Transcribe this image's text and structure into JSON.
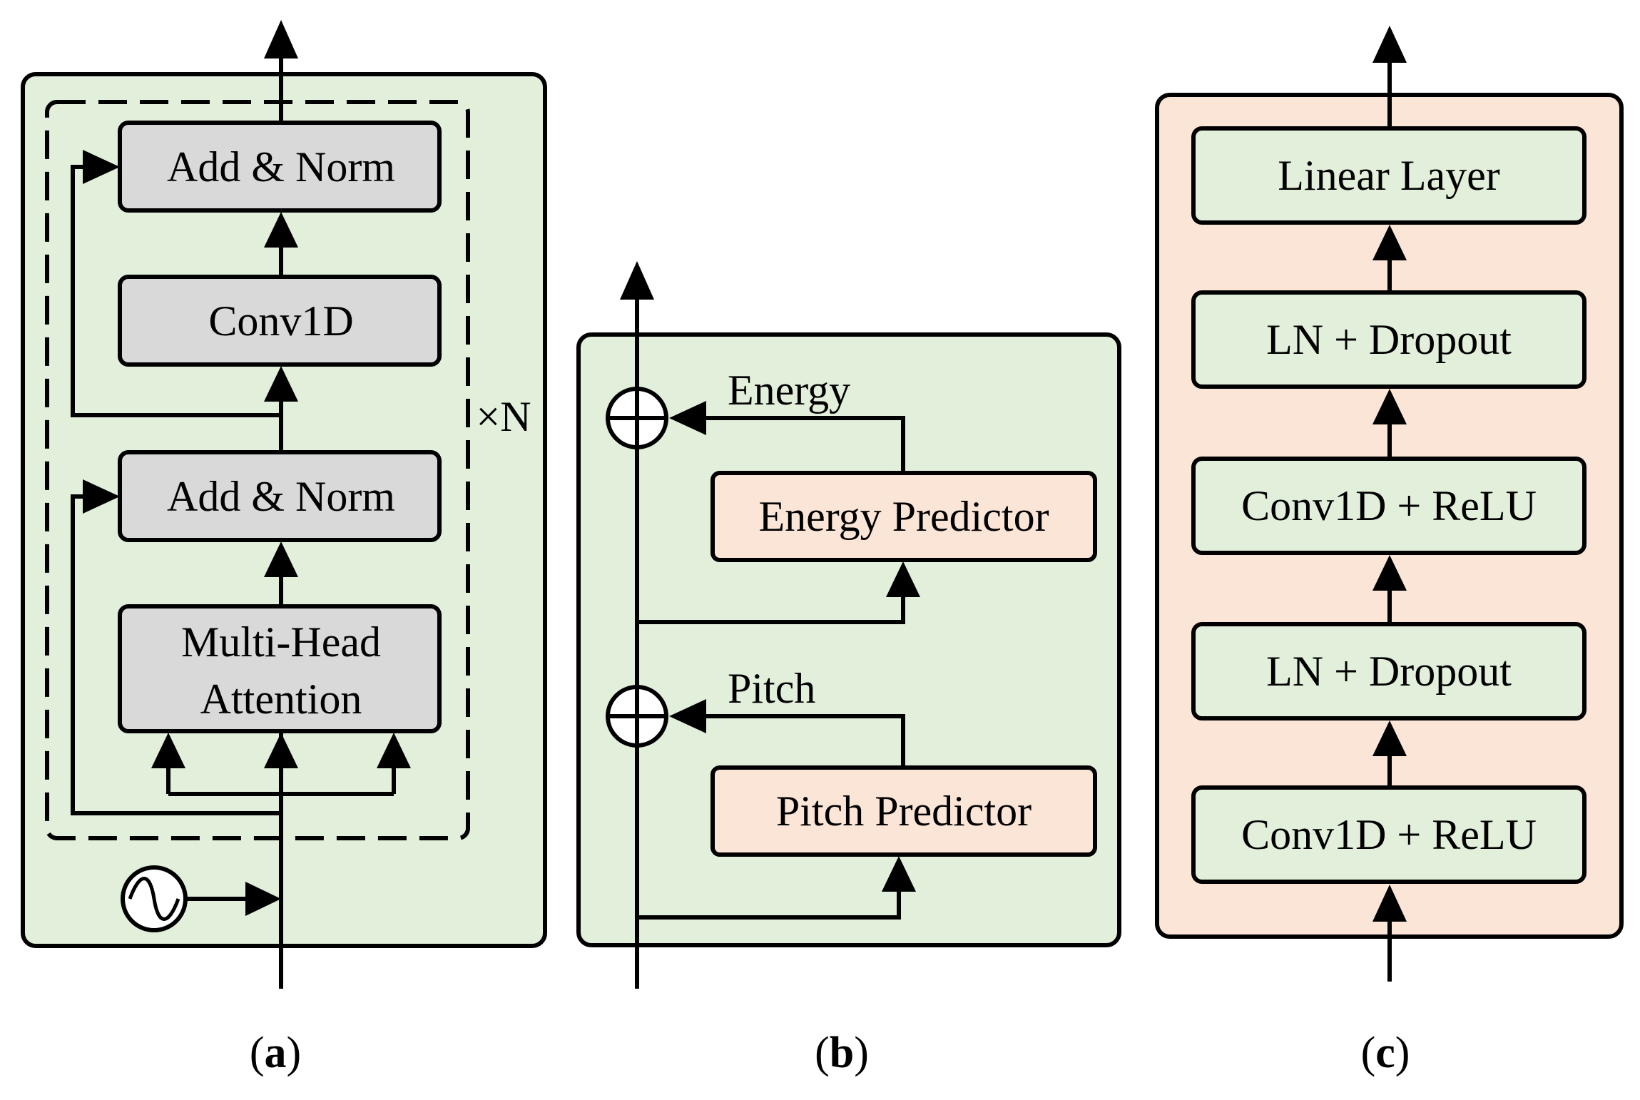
{
  "panel_a": {
    "add_norm_top": "Add & Norm",
    "conv1d": "Conv1D",
    "add_norm_bottom": "Add & Norm",
    "mha_line1": "Multi-Head",
    "mha_line2": "Attention",
    "repeat": "×N",
    "caption_open": "(",
    "caption_letter": "a",
    "caption_close": ")"
  },
  "panel_b": {
    "energy_label": "Energy",
    "energy_predictor": "Energy Predictor",
    "pitch_label": "Pitch",
    "pitch_predictor": "Pitch Predictor",
    "caption_open": "(",
    "caption_letter": "b",
    "caption_close": ")"
  },
  "panel_c": {
    "linear_layer": "Linear Layer",
    "ln_dropout_top": "LN + Dropout",
    "conv_relu_top": "Conv1D + ReLU",
    "ln_dropout_bottom": "LN + Dropout",
    "conv_relu_bottom": "Conv1D + ReLU",
    "caption_open": "(",
    "caption_letter": "c",
    "caption_close": ")"
  },
  "colors": {
    "green_fill": "#e2efda",
    "salmon_fill": "#fbe5d6",
    "gray_fill": "#d9d9d9",
    "stroke": "#000000"
  },
  "icons": [
    "sine-wave-icon",
    "plus-circle-icon"
  ]
}
